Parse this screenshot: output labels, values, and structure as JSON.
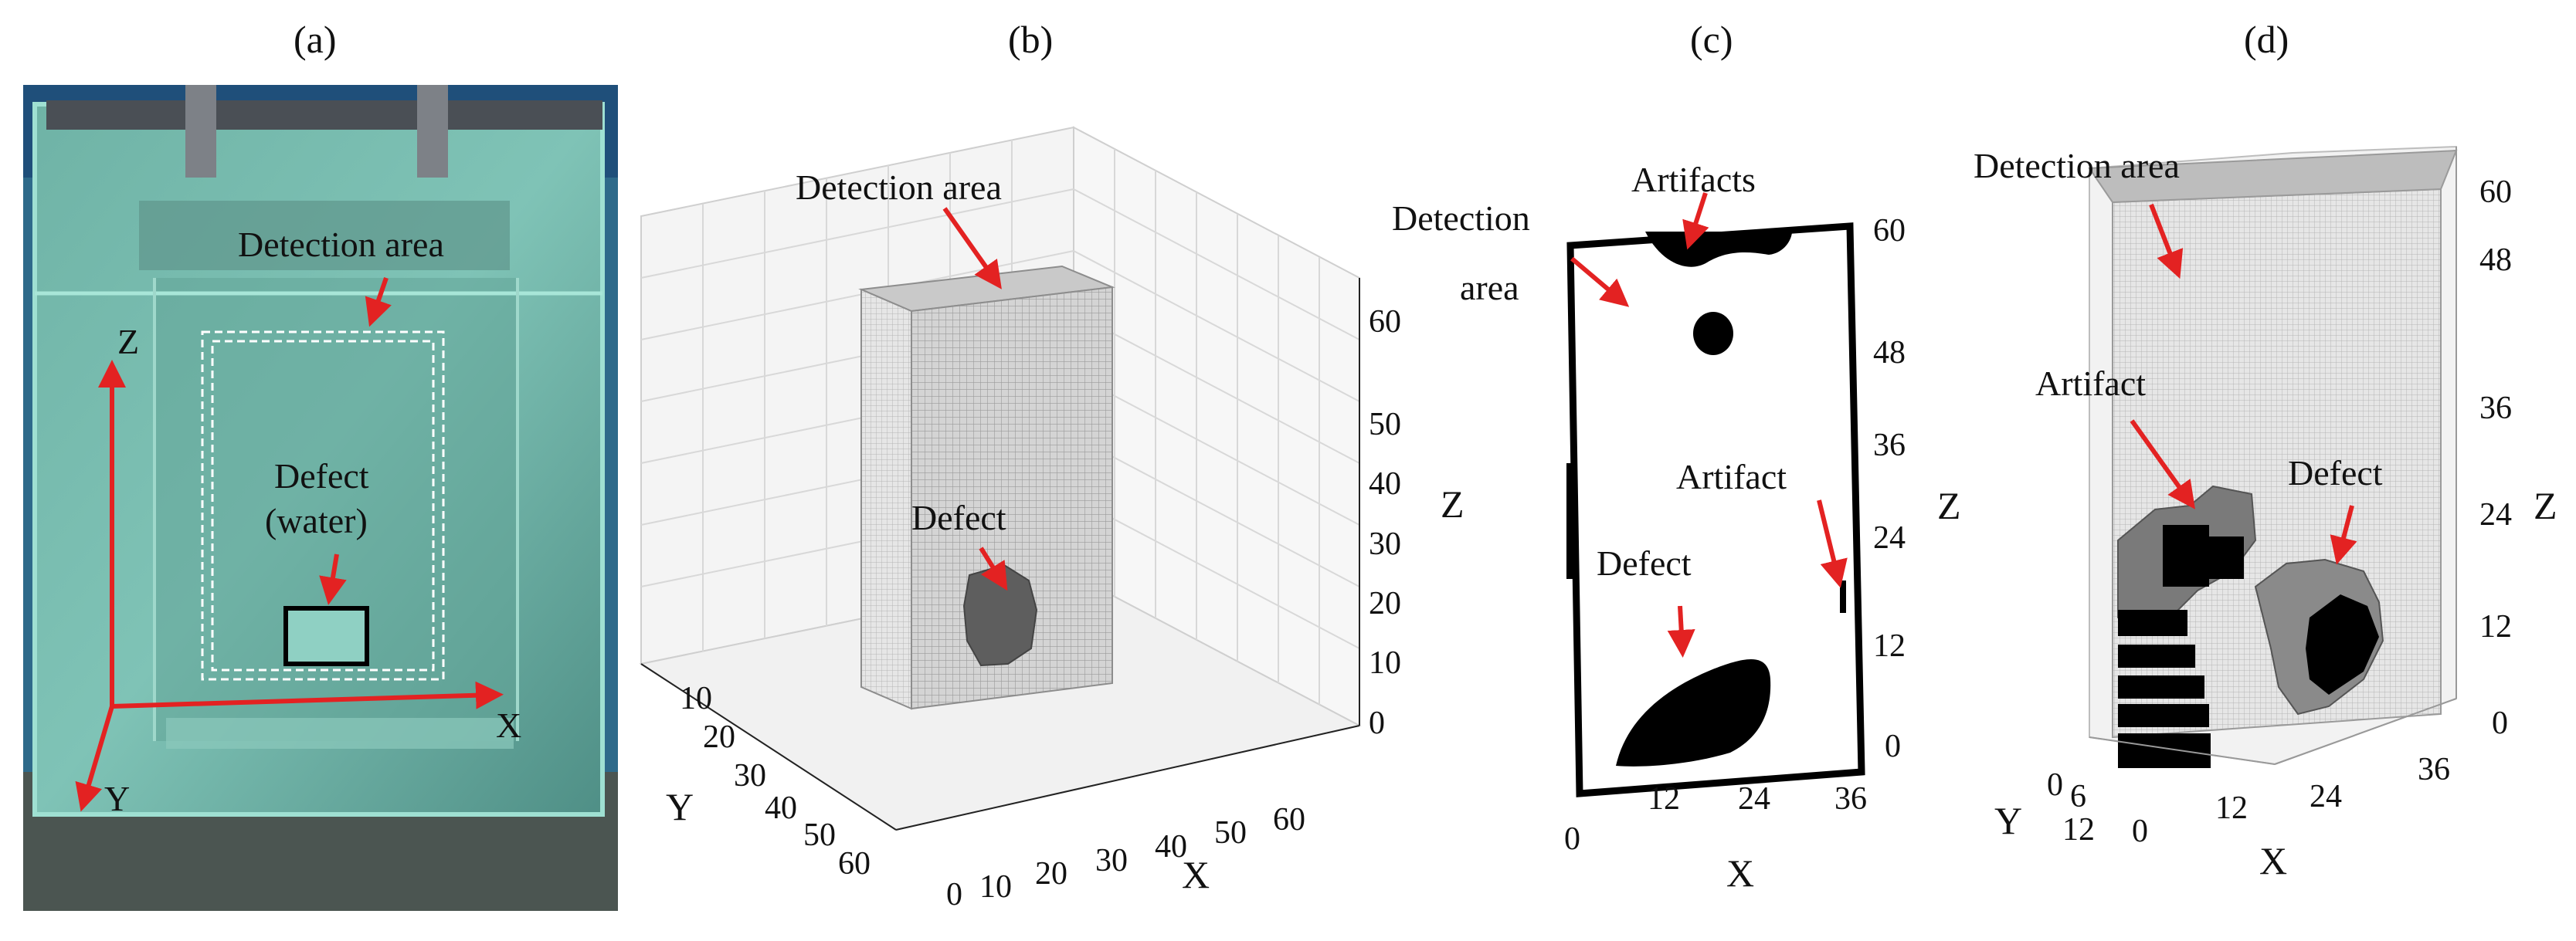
{
  "figure": {
    "panels": {
      "a": {
        "label": "(a)",
        "annotations": {
          "detection_area": "Detection area",
          "defect_line1": "Defect",
          "defect_line2": "(water)"
        },
        "axes": {
          "x": "X",
          "y": "Y",
          "z": "Z"
        }
      },
      "b": {
        "label": "(b)",
        "annotations": {
          "detection_area": "Detection area",
          "defect": "Defect"
        },
        "axes": {
          "x": "X",
          "y": "Y",
          "z": "Z"
        },
        "x_ticks": [
          "0",
          "10",
          "20",
          "30",
          "40",
          "50",
          "60"
        ],
        "y_ticks": [
          "10",
          "20",
          "30",
          "40",
          "50",
          "60"
        ],
        "z_ticks": [
          "0",
          "10",
          "20",
          "30",
          "40",
          "50",
          "60"
        ]
      },
      "c": {
        "label": "(c)",
        "annotations": {
          "artifacts": "Artifacts",
          "detection_line1": "Detection",
          "detection_line2": "area",
          "artifact": "Artifact",
          "defect": "Defect"
        },
        "axes": {
          "x": "X",
          "z": "Z"
        },
        "x_ticks": [
          "0",
          "12",
          "24",
          "36"
        ],
        "z_ticks": [
          "0",
          "12",
          "24",
          "36",
          "48",
          "60"
        ]
      },
      "d": {
        "label": "(d)",
        "annotations": {
          "detection_area": "Detection area",
          "artifact": "Artifact",
          "defect": "Defect"
        },
        "axes": {
          "x": "X",
          "y": "Y",
          "z": "Z"
        },
        "x_ticks": [
          "0",
          "12",
          "24",
          "36"
        ],
        "y_ticks": [
          "0",
          "6",
          "12"
        ],
        "z_ticks": [
          "0",
          "12",
          "24",
          "36",
          "48",
          "60"
        ]
      }
    }
  }
}
